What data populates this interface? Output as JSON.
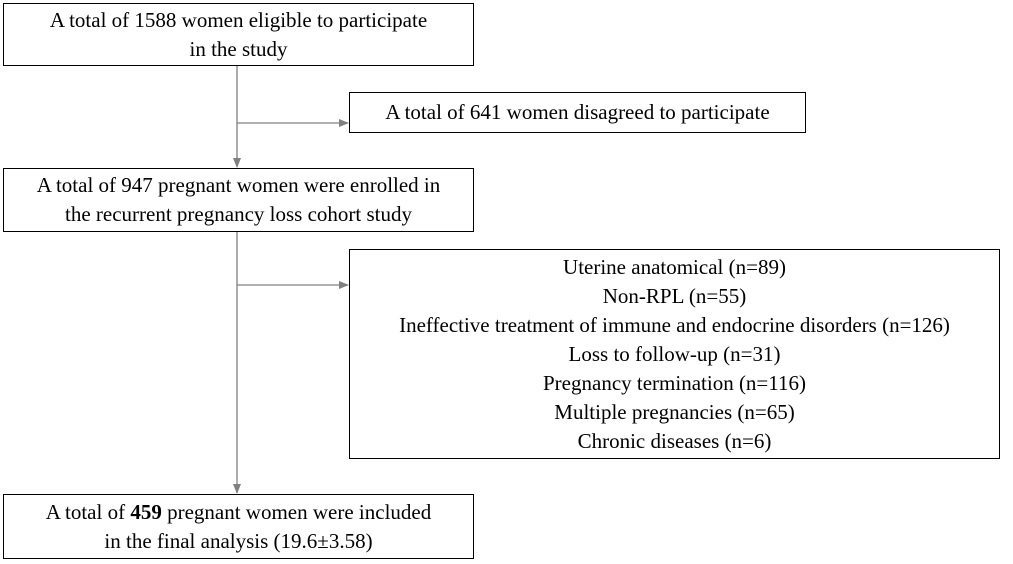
{
  "colors": {
    "line": "#808080",
    "border": "#000000",
    "text": "#000000",
    "background": "#ffffff"
  },
  "eligible": {
    "line1": "A total of 1588 women eligible to participate",
    "line2": "in the study"
  },
  "disagreed": {
    "text": "A total of 641 women disagreed to participate"
  },
  "enrolled": {
    "line1": "A total of 947 pregnant women were enrolled in",
    "line2": "the recurrent pregnancy loss cohort study"
  },
  "exclusions": [
    "Uterine anatomical (n=89)",
    "Non-RPL (n=55)",
    "Ineffective treatment of immune and endocrine disorders (n=126)",
    "Loss to follow-up (n=31)",
    "Pregnancy termination (n=116)",
    "Multiple pregnancies (n=65)",
    "Chronic diseases (n=6)"
  ],
  "final": {
    "prefix": "A total of ",
    "count": "459",
    "suffix": " pregnant women were included",
    "line2": "in the final analysis (19.6±3.58)"
  }
}
